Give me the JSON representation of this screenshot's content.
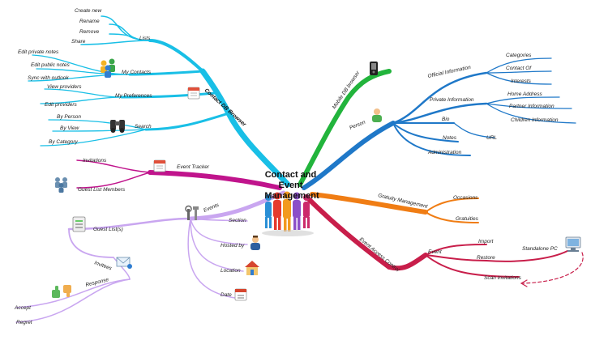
{
  "center": {
    "lines": [
      "Contact and",
      "Event",
      "Management"
    ]
  },
  "contact_db": {
    "label": "Contact DB Browser",
    "lists": {
      "label": "Lists",
      "items": [
        "Create new",
        "Rename",
        "Remove",
        "Share"
      ]
    },
    "my_contacts": {
      "label": "My Contacts",
      "items": [
        "Edit private notes",
        "Edit public notes",
        "Sync with outlook"
      ]
    },
    "my_preferences": {
      "label": "My Preferences",
      "items": [
        "View providers",
        "Edit providers"
      ]
    },
    "search": {
      "label": "Search",
      "items": [
        "By Person",
        "By View",
        "By Category"
      ]
    }
  },
  "event_tracker": {
    "label": "Event Tracker",
    "items": [
      "Invitations",
      "Guest List Members"
    ]
  },
  "events": {
    "label": "Events",
    "items": [
      "Section",
      "Hosted by",
      "Location",
      "Date"
    ],
    "guest_list": "Guest List(s)",
    "invitees": "Invitees",
    "response": {
      "label": "Response",
      "items": [
        "Accept",
        "Regret"
      ]
    }
  },
  "mobile": {
    "label": "Mobile DB browser"
  },
  "person": {
    "label": "Person",
    "official": {
      "label": "Official Information",
      "items": [
        "Categories",
        "Contact Of",
        "Interests"
      ]
    },
    "private": {
      "label": "Private Information",
      "items": [
        "Home Address",
        "Partner Information",
        "Children Information"
      ]
    },
    "bio": "Bio",
    "url": "URL",
    "notes": "Notes",
    "administration": "Administration"
  },
  "gratuity": {
    "label": "Gratuity Management",
    "items": [
      "Occasions",
      "Gratuities"
    ]
  },
  "access": {
    "label": "Event Access Control",
    "event": "Event",
    "items": [
      "Import",
      "Restore",
      "Scan Invitations"
    ],
    "standalone": "Standalone PC"
  },
  "colors": {
    "cyan": "#19bfe6",
    "magenta": "#c0148c",
    "lavender": "#c9a6f0",
    "green": "#22b43c",
    "blue": "#1f78c8",
    "orange": "#f07d14",
    "crimson": "#c81e4a"
  }
}
